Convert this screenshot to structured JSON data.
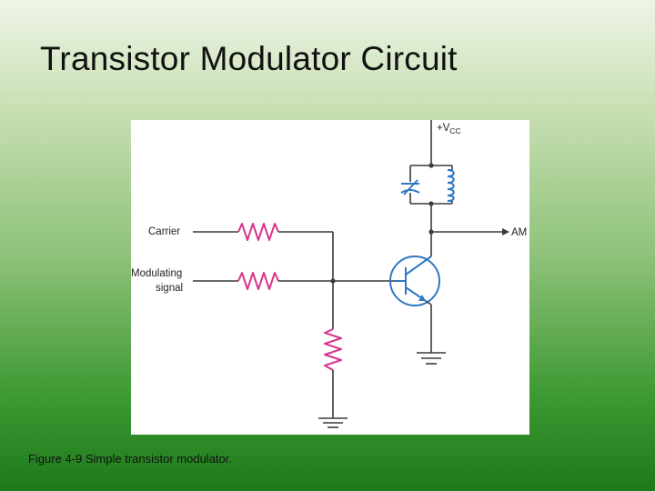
{
  "slide": {
    "title": "Transistor Modulator Circuit",
    "caption": "Figure 4-9 Simple transistor modulator."
  },
  "diagram": {
    "labels": {
      "vcc_prefix": "+V",
      "vcc_sub": "CC",
      "carrier": "Carrier",
      "modulating_line1": "Modulating",
      "modulating_line2": "signal",
      "output": "AM"
    },
    "colors": {
      "wire": "#3a3a3a",
      "component_blue": "#2f78c4",
      "resistor_pink": "#d6358a"
    }
  }
}
